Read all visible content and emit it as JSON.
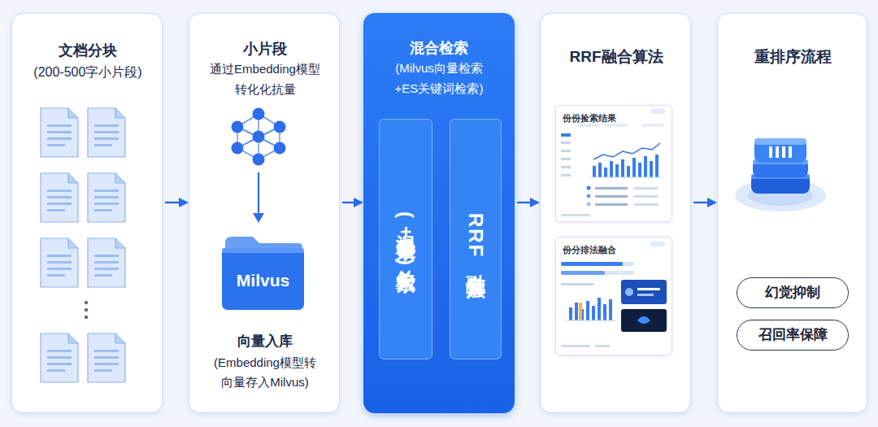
{
  "diagram": {
    "nodes": [
      {
        "text": [
          "文档分块",
          "(200-500字小片段)"
        ]
      },
      {
        "text": [
          "小片段",
          "通过Embedding模型 转化化抗量",
          "向量入库",
          "(Embedding模型转 向量存入Milvus)"
        ]
      },
      {
        "text": [
          "Milvus"
        ],
        "in": 1
      },
      {
        "text": [
          "混合检索",
          "(Milvus向量检索 +ES关键词检索)"
        ]
      },
      {
        "text": [
          "(混合检索+S关检索)"
        ],
        "in": 3
      },
      {
        "text": [
          "RRF融合算法"
        ],
        "in": 3
      },
      {
        "text": [
          "RRF融合算法"
        ]
      },
      {
        "text": [
          "份份捡索结果"
        ],
        "in": 6
      },
      {
        "text": [
          "份分排法融合"
        ],
        "in": 6
      },
      {
        "text": [
          "重排序流程"
        ]
      },
      {
        "text": [
          "幻觉抑制"
        ],
        "in": 9
      },
      {
        "text": [
          "召回率保障"
        ],
        "in": 9
      }
    ],
    "edges": [
      {
        "from": 0,
        "to": 1,
        "arrow": "to"
      },
      {
        "from": 1,
        "to": 3,
        "arrow": "to"
      },
      {
        "from": 3,
        "to": 6,
        "arrow": "to"
      },
      {
        "from": 6,
        "to": 9,
        "arrow": "to"
      }
    ]
  }
}
